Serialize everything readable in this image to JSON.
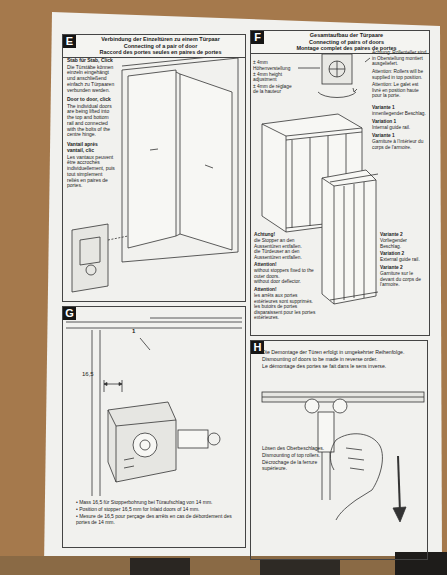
{
  "diagram": {
    "nodes": [
      {
        "text": [
          "E",
          "Verbindung der Einzeltüren zu einem Türpaar",
          "Connecting of a pair of door",
          "Raccord des portes seules en paires de portes"
        ]
      },
      {
        "text": [
          "F",
          "Gesamtaufbau der Türpaare",
          "Connecting of pairs of doors",
          "Montage complet des paires de portes"
        ]
      },
      {
        "text": [
          "G"
        ]
      },
      {
        "text": [
          "H"
        ]
      }
    ],
    "labels": [
      "Stab für Stab, Click",
      "Die Türstäbe können einzeln eingehängt und anschließend einfach zu Türpaaren verbunden werden.",
      "Door to door, click",
      "The individual doors are being lifted into the top and bottom rail and connected with the bolts of the centre hinge.",
      "Vantail après vantail, clic",
      "Les vantaux peuvent être accrochés individuellement, puis tout simplement reliés en paires de portes.",
      "± 4mm Höhenverstellung",
      "± 4mm height adjustment",
      "± 4mm de réglage de la hauteur",
      "Achtung: Rollenteller sind in Oberstellung montiert ausgeliefert.",
      "Attention: Rollers will be supplied in top position.",
      "Attention: Le galet est livré en position haute pour la porte.",
      "Variante 1",
      "innenliegender Beschlag.",
      "Variation 1",
      "Internal guide rail.",
      "Variante 1",
      "Garniture à l'intérieur du corps de l'armoire.",
      "Achtung!",
      "die Stopper an den Aussentüren entfallen.",
      "die Türdeuser an den Aussentüren entfallen.",
      "Attention!",
      "without stoppers fixed to the outer doors.",
      "without door deflector.",
      "Attention!",
      "les arrêts aux portes extérieures sont supprimés.",
      "les butoirs de portes disparaissent pour les portes extérieures.",
      "Variante 2",
      "Vorliegender Beschlag.",
      "Variation 2",
      "External guide rail.",
      "Variante 2",
      "Garniture sur le devant du corps de l'armoire.",
      "1",
      "16,5",
      "• Mass 16,5 für Stopperbohrung bei Türaufschlag von 14 mm.",
      "• Position of stopper 16,5 mm for Inlaid doors of 14 mm.",
      "• Mesure de 16,5 pour perçage des arrêts en cas de débordement des portes de 14 mm.",
      "Die Demontage der Türen erfolgt in umgekehrter Reihenfolge.",
      "Dismounting of doors to be made in reverse order.",
      "Le démontage des portes se fait dans le sens inverse.",
      "Lösen des Oberbeschlages.",
      "Dismounting of top rollers.",
      "Décrochage de la ferrure supérieure."
    ]
  }
}
